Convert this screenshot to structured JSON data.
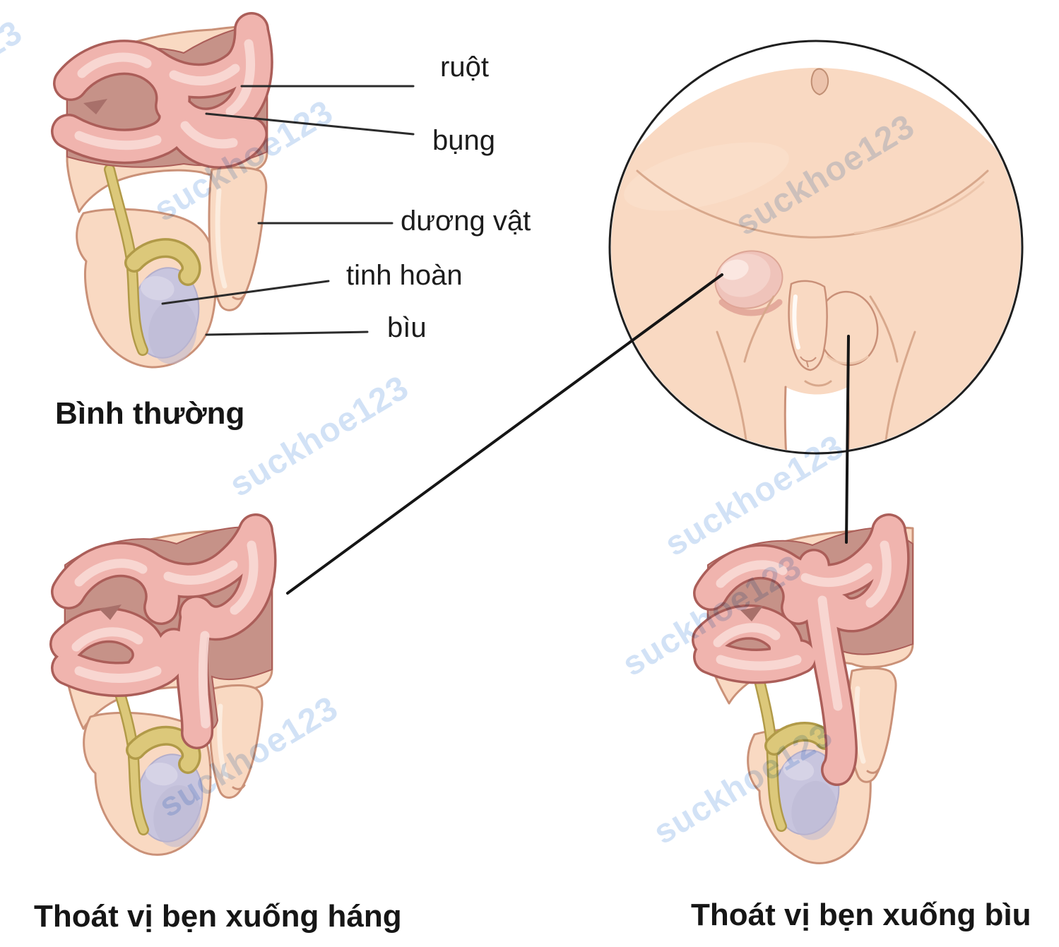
{
  "watermark": {
    "text": "suckhoe123",
    "color": "#c7dbf4"
  },
  "labels": {
    "intestine": "ruột",
    "abdomen": "bụng",
    "penis": "dương vật",
    "testicle": "tinh hoàn",
    "scrotum": "bìu"
  },
  "captions": {
    "normal": "Bình thường",
    "hernia_groin": "Thoát vị bẹn xuống háng",
    "hernia_scrotum": "Thoát vị bẹn xuống bìu"
  },
  "colors": {
    "background": "#ffffff",
    "skin": "#f9d9c2",
    "skin_outline": "#ca9178",
    "intestine": "#f0b4ae",
    "intestine_outline": "#ab5e59",
    "intestine_highlight": "#f8d9d5",
    "abdomen_shadow": "#c69288",
    "spermatic_duct": "#dcc87a",
    "duct_outline": "#b19a48",
    "testicle": "#c8c5de",
    "hernia_bulge": "#efc3ba",
    "pointer_line": "#2b2b2b",
    "watermark": "#c7dbf4"
  }
}
